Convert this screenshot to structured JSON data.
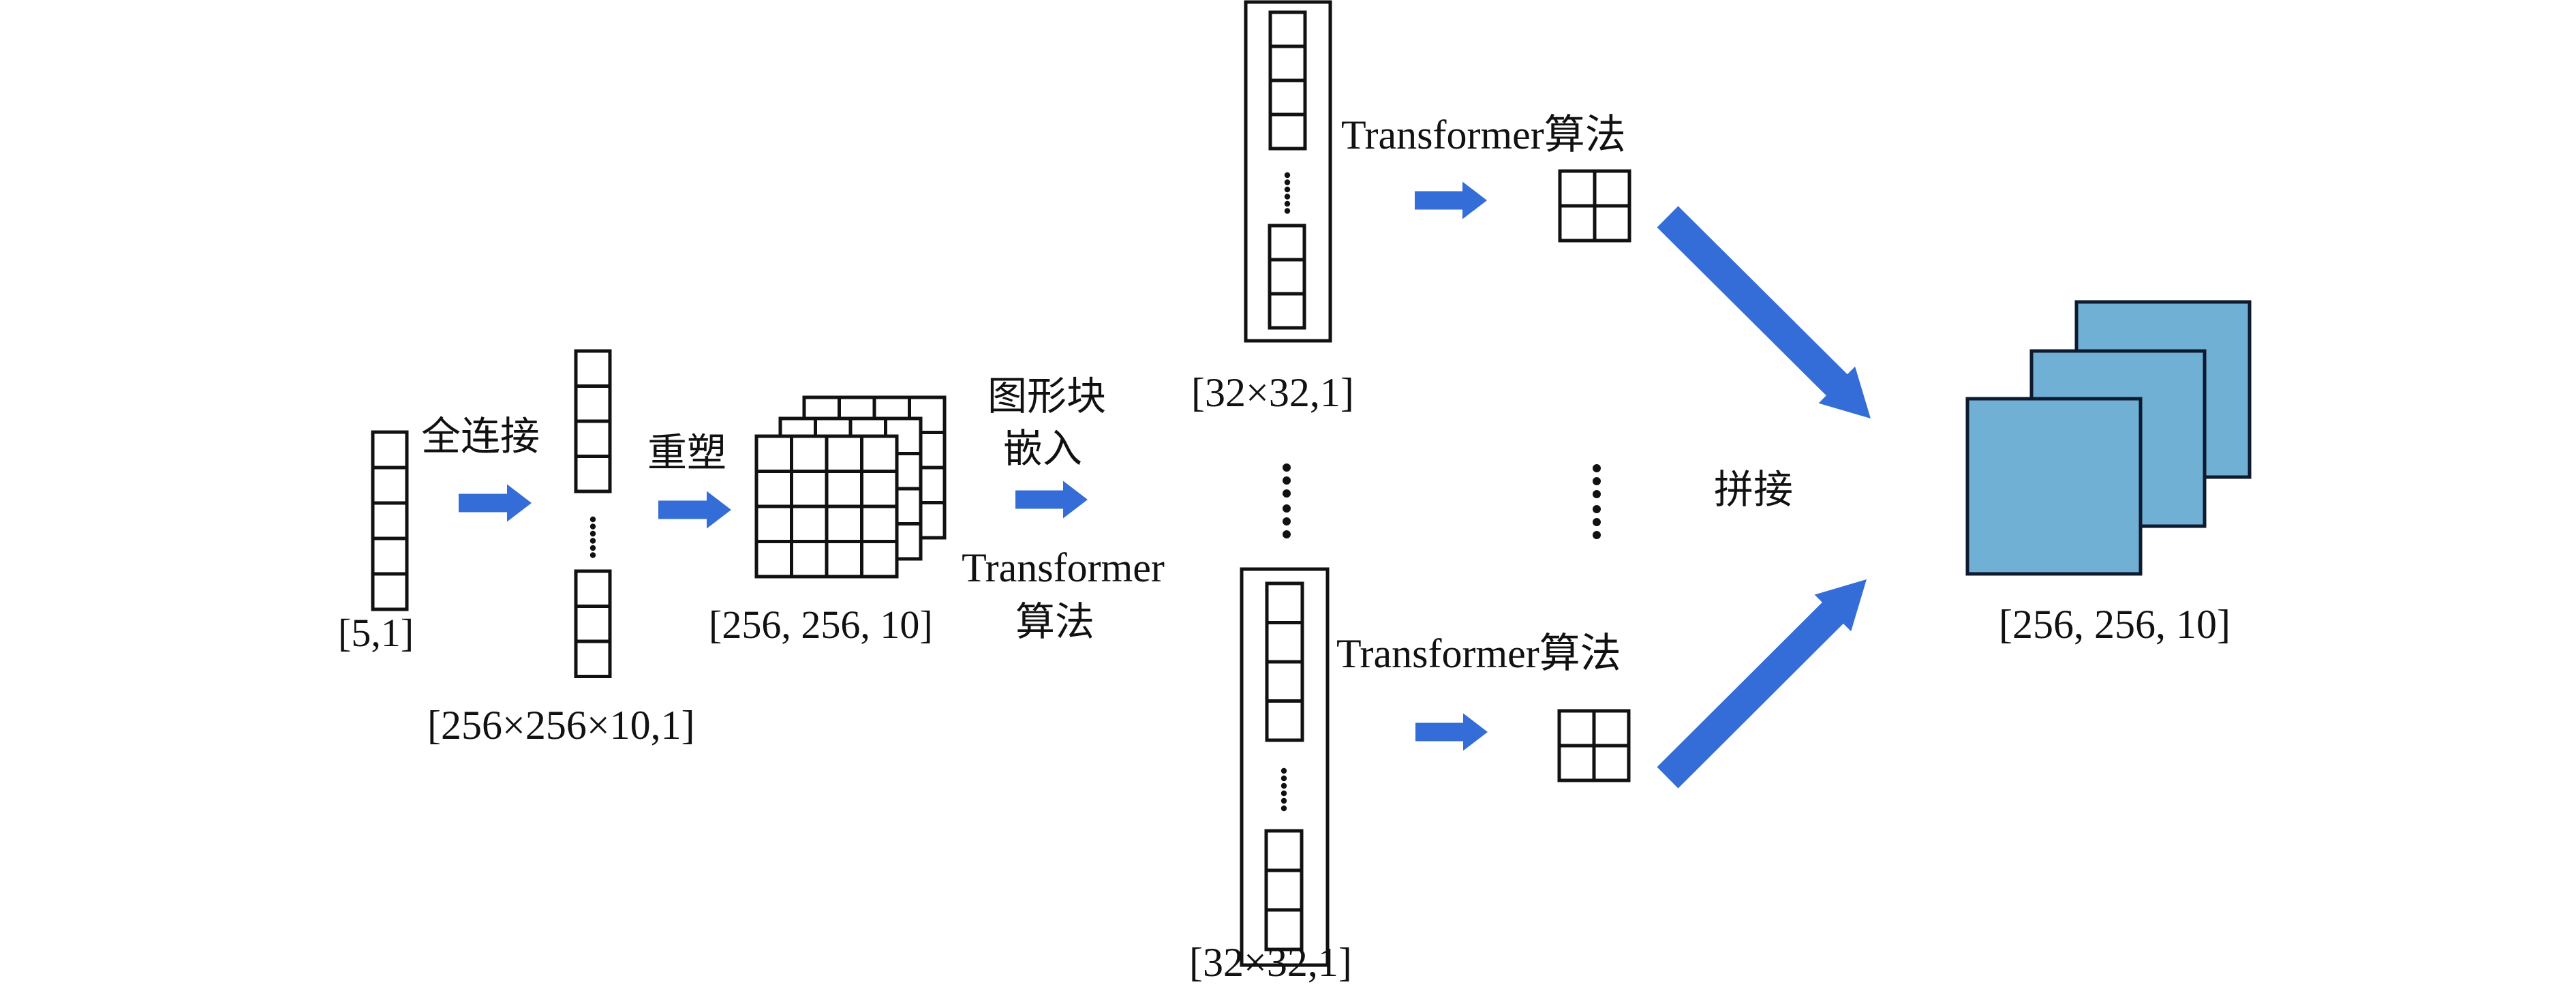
{
  "diagram": {
    "title": "Transformer-based generation pipeline",
    "colors": {
      "arrow": "#356DD8",
      "stroke": "#111111",
      "output_fill": "#70B0D4",
      "output_stroke": "#0E1A2E"
    },
    "nodes": {
      "input_vector": {
        "label": "[5,1]",
        "cells": 5
      },
      "fc_vector": {
        "label": "[256×256×10,1]",
        "top_cells": 4,
        "bottom_cells": 3
      },
      "reshaped_volume": {
        "label": "[256, 256, 10]",
        "grid_rows": 4,
        "grid_cols": 4,
        "layers": 3
      },
      "patch_top": {
        "label": "[32×32,1]",
        "top_cells": 4,
        "bottom_cells": 3
      },
      "patch_bottom": {
        "label": "[32×32,1]",
        "top_cells": 4,
        "bottom_cells": 3
      },
      "transformer_out_top": {
        "grid_rows": 2,
        "grid_cols": 2
      },
      "transformer_out_bottom": {
        "grid_rows": 2,
        "grid_cols": 2
      },
      "output_volume": {
        "label": "[256, 256, 10]",
        "layers": 3
      }
    },
    "edges": {
      "fully_connected": {
        "label": "全连接"
      },
      "reshape": {
        "label": "重塑"
      },
      "patch_embedding": {
        "label_line1": "图形块",
        "label_line2": "嵌入"
      },
      "transformer_left": {
        "label_line1": "Transformer",
        "label_line2": "算法"
      },
      "transformer_top": {
        "label": "Transformer算法"
      },
      "transformer_bottom": {
        "label": "Transformer算法"
      },
      "concat": {
        "label": "拼接"
      }
    },
    "ellipsis": "vertical-dots"
  }
}
